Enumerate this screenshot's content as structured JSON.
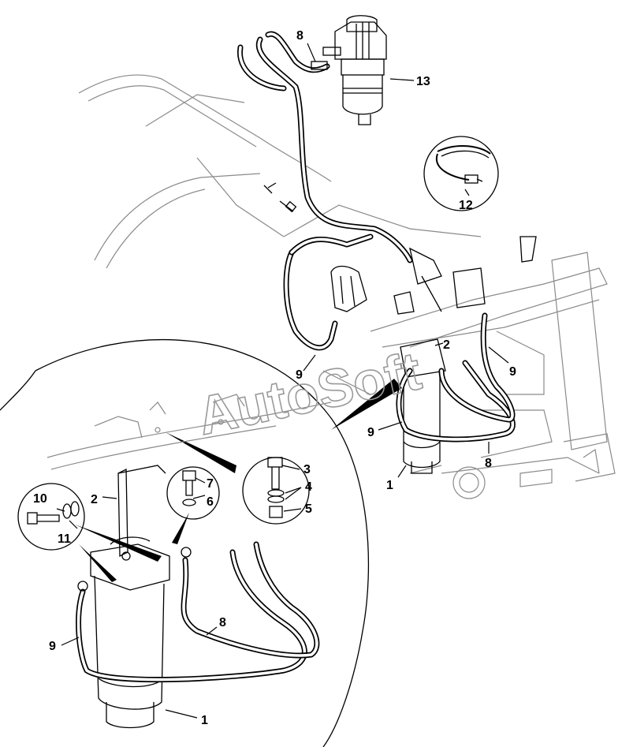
{
  "watermark": "AutoSoft",
  "callouts": {
    "c1a": "1",
    "c1b": "1",
    "c2a": "2",
    "c2b": "2",
    "c3": "3",
    "c4": "4",
    "c5": "5",
    "c6": "6",
    "c7": "7",
    "c8a": "8",
    "c8b": "8",
    "c8c": "8",
    "c9a": "9",
    "c9b": "9",
    "c9c": "9",
    "c9d": "9",
    "c10": "10",
    "c11": "11",
    "c12": "12",
    "c13": "13"
  }
}
